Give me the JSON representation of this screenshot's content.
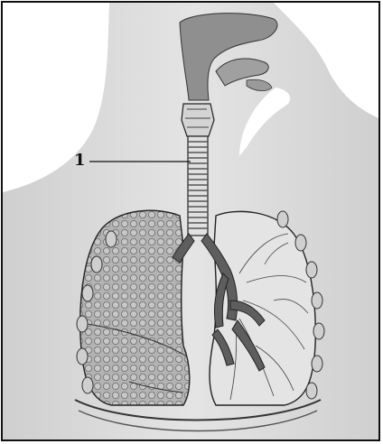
{
  "labels": [
    {
      "id": "1",
      "text": "1",
      "target": "trachea"
    }
  ],
  "colors": {
    "body_silhouette": "#c9c9c9",
    "lung_left": "#a8a8a8",
    "lung_right": "#d8d8d8",
    "bronchi": "#5e5e5e",
    "outline": "#222222"
  }
}
